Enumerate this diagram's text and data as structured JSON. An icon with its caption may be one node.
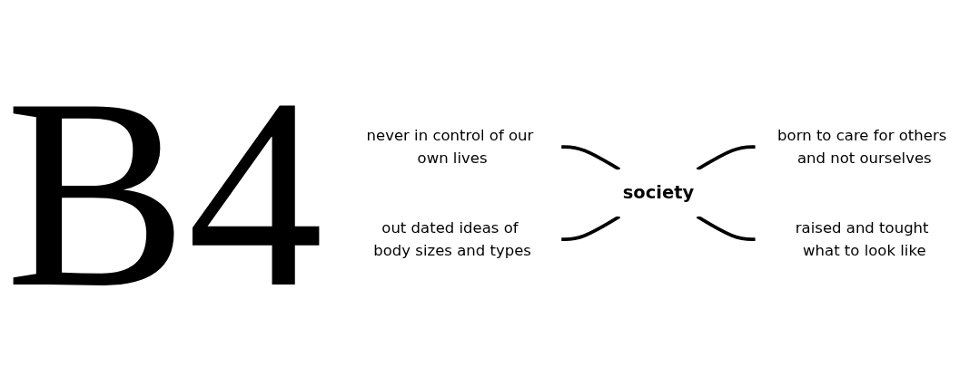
{
  "diagram": {
    "title": "B4",
    "nodes": [
      {
        "text": [
          "never in control of our own lives"
        ]
      },
      {
        "text": [
          "born to care for others and not ourselves"
        ]
      },
      {
        "text": [
          "society"
        ]
      },
      {
        "text": [
          "out dated ideas of body sizes and types"
        ]
      },
      {
        "text": [
          "raised and tought what to look like"
        ]
      }
    ],
    "edges": [
      {
        "from": 0,
        "to": 2,
        "arrow": "none"
      },
      {
        "from": 2,
        "to": 1,
        "arrow": "none"
      },
      {
        "from": 3,
        "to": 2,
        "arrow": "none"
      },
      {
        "from": 2,
        "to": 4,
        "arrow": "none"
      }
    ]
  }
}
